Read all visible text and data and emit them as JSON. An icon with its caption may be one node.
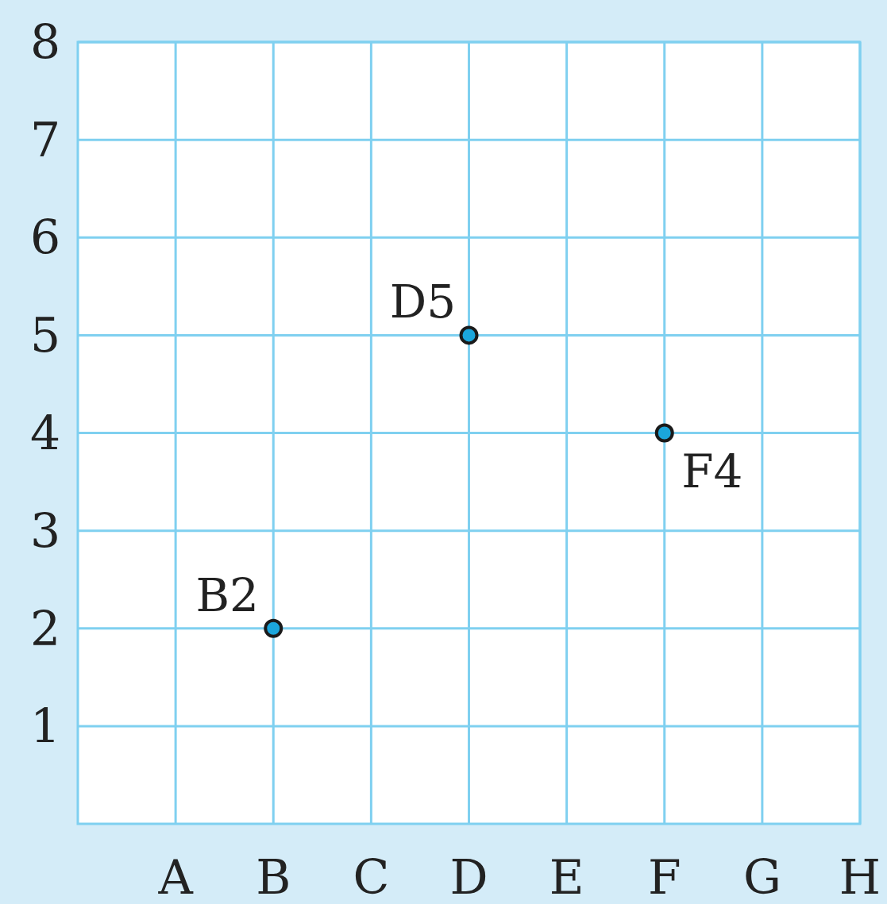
{
  "diagram": {
    "chart_data": {
      "type": "scatter",
      "categories": [
        "A",
        "B",
        "C",
        "D",
        "E",
        "F",
        "G",
        "H"
      ],
      "series": [
        {
          "color": "#1ba6dc",
          "values": [
            null,
            2,
            null,
            5,
            null,
            4,
            null,
            null
          ]
        }
      ],
      "ylim": [
        0,
        8
      ],
      "grid": true,
      "yticks": [
        1,
        2,
        3,
        4,
        5,
        6,
        7,
        8
      ],
      "annotations": [
        {
          "x": "B",
          "y": 2,
          "text": "B2"
        },
        {
          "x": "D",
          "y": 5,
          "text": "D5"
        },
        {
          "x": "F",
          "y": 4,
          "text": "F4"
        }
      ]
    }
  }
}
